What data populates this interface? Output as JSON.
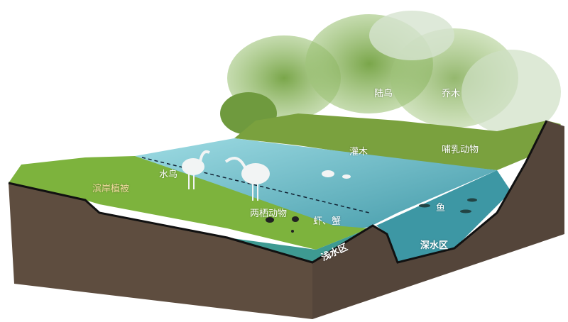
{
  "labels": {
    "land_bird": "陆鸟",
    "tree": "乔木",
    "shrub": "灌木",
    "mammal": "哺乳动物",
    "water_bird": "水鸟",
    "riparian_vegetation": "滨岸植被",
    "amphibian": "两栖动物",
    "shrimp_crab": "虾、蟹",
    "fish": "鱼",
    "shallow_zone": "浅水区",
    "deep_zone": "深水区"
  },
  "colors": {
    "soil": "#5e4d3f",
    "water": "#4fa8b4",
    "shallow_water_face": "#3e9a92",
    "grass": "#7fb83a",
    "tree": "#6d9a3a"
  }
}
